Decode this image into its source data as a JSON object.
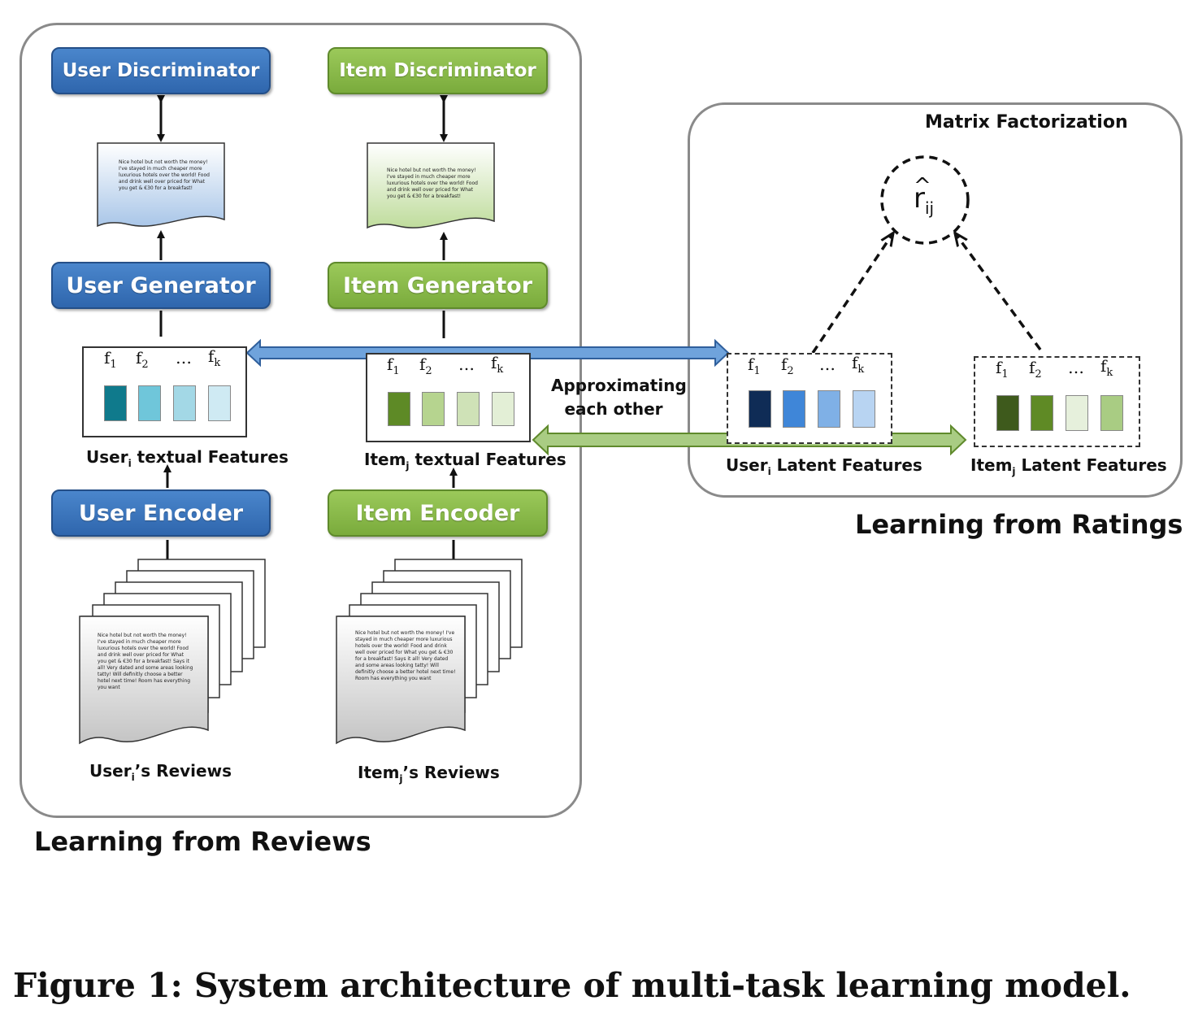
{
  "panels": {
    "reviews_title": "Learning from Reviews",
    "ratings_title": "Learning from Ratings",
    "mf_title": "Matrix Factorization"
  },
  "user": {
    "discriminator": "User Discriminator",
    "generator": "User Generator",
    "encoder": "User Encoder",
    "features_label": {
      "prefix": "User",
      "sub": "i",
      "suffix": " textual Features"
    },
    "reviews_label": {
      "prefix": "User",
      "sub": "i",
      "suffix": "’s Reviews"
    },
    "generated_review": "Nice hotel but not worth the money! I've stayed in much cheaper more luxurious hotels over the world! Food and drink well over priced for What you get & €30 for a breakfast!",
    "review_text": "Nice hotel but not worth the money! I've stayed in much cheaper more luxurious hotels over the world! Food and drink well over priced for What you get & €30 for a breakfast! Says it all! Very dated and some areas looking tatty! Will definitly choose a better hotel next time! Room has everything you want",
    "feature_colors": [
      "#0f7a8c",
      "#6fc6da",
      "#a3d8e6",
      "#cfeaf3"
    ]
  },
  "item": {
    "discriminator": "Item Discriminator",
    "generator": "Item Generator",
    "encoder": "Item Encoder",
    "features_label": {
      "prefix": "Item",
      "sub": "j",
      "suffix": " textual Features"
    },
    "reviews_label": {
      "prefix": "Item",
      "sub": "j",
      "suffix": "’s Reviews"
    },
    "generated_review": "Nice hotel but not worth the money! I've stayed in much cheaper more luxurious hotels over the world! Food and drink well over priced for What you get & €30 for a breakfast!",
    "review_text": "Nice hotel but not worth the money! I've stayed in much cheaper more luxurious hotels over the world! Food and drink well over priced for What you get & €30 for a breakfast! Says it all! Very dated and some areas looking tatty! Will definitly choose a better hotel next time! Room has everything you want",
    "feature_colors": [
      "#5e8a26",
      "#b6d48f",
      "#cfe2b7",
      "#e3efd6"
    ]
  },
  "latent": {
    "user_label": {
      "prefix": "User",
      "sub": "i",
      "suffix": " Latent Features"
    },
    "item_label": {
      "prefix": "Item",
      "sub": "j",
      "suffix": " Latent Features"
    },
    "user_colors": [
      "#0f2c56",
      "#3f86d8",
      "#7fb0e6",
      "#b8d4f2"
    ],
    "item_colors": [
      "#3e5a1c",
      "#5f8a25",
      "#e6f0dc",
      "#a9cc83"
    ]
  },
  "feature_symbols": {
    "f": "f",
    "s1": "1",
    "s2": "2",
    "dots": "…",
    "sk": "k"
  },
  "prediction": {
    "base": "r",
    "hat": "^",
    "sub": "ij"
  },
  "approx_label_line1": "Approximating",
  "approx_label_line2": "each other",
  "caption": "Figure 1: System architecture of multi-task learning model."
}
